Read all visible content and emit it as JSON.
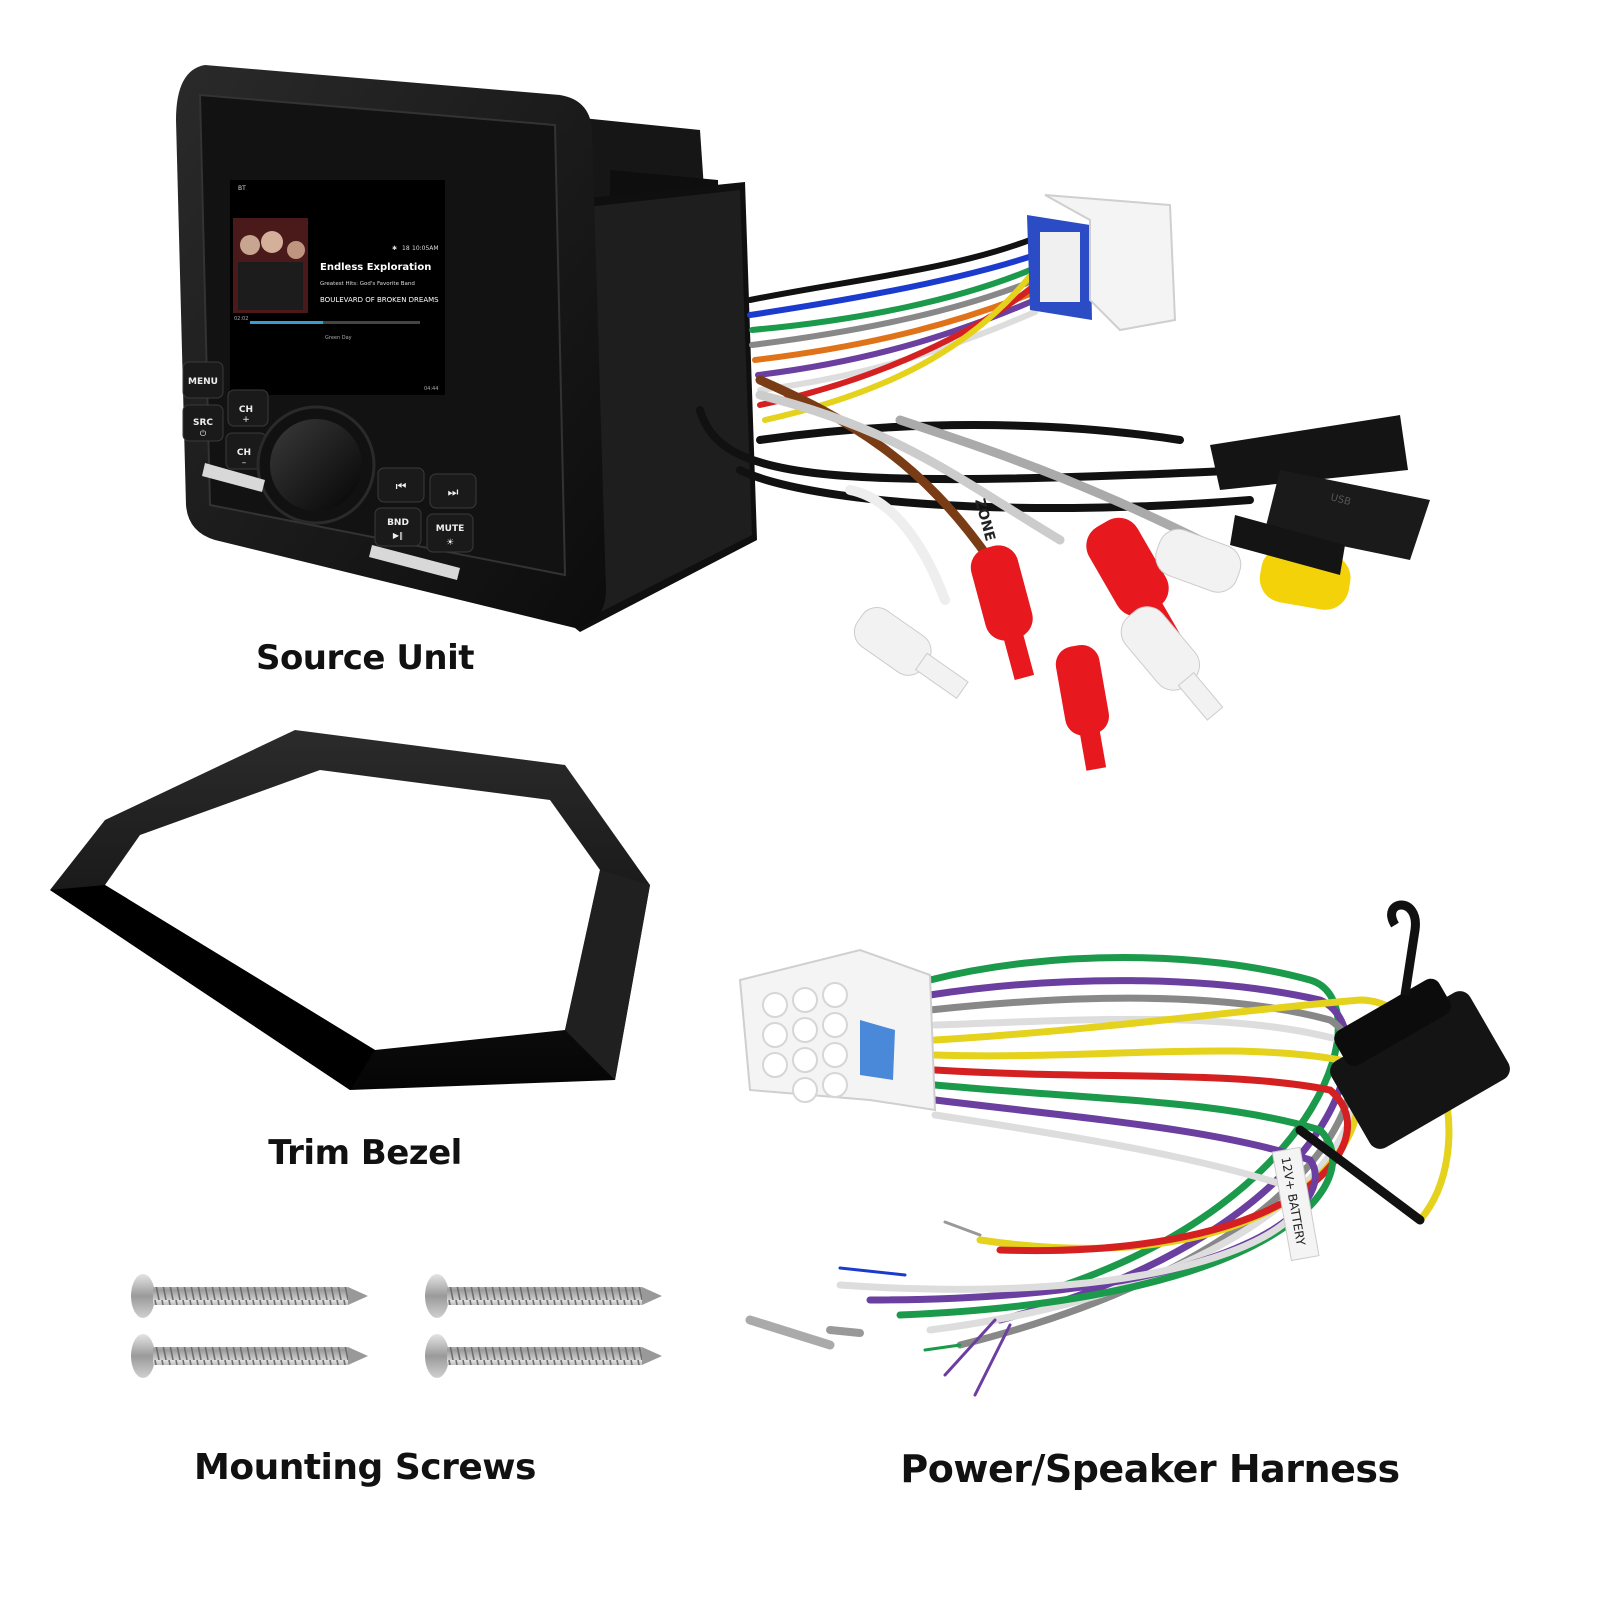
{
  "captions": {
    "source_unit": "Source Unit",
    "trim_bezel": "Trim Bezel",
    "mounting_screws": "Mounting Screws",
    "harness": "Power/Speaker Harness"
  },
  "screen": {
    "source": "BT",
    "status_volume": "18",
    "clock": "10:05AM",
    "title": "Endless Exploration",
    "line1": "Greatest Hits: God's Favorite Band",
    "line2": "BOULEVARD OF BROKEN DREAMS",
    "artist": "Green Day",
    "elapsed": "02:02",
    "total": "04:44",
    "progress": 0.43
  },
  "buttons": {
    "menu": "MENU",
    "ch_up": "CH",
    "src": "SRC",
    "ch_down": "CH",
    "bnd": "BND",
    "mute": "MUTE"
  },
  "cable_labels": {
    "zone": "ZONE",
    "battery": "12V+ BATTERY",
    "usb": "USB"
  },
  "colors": {
    "rca_red": "#e8191e",
    "rca_white": "#f2f2f2",
    "rca_yellow": "#f4d20a",
    "connector_blue": "#2b4cc4",
    "accent_progress": "#3a9bd5"
  }
}
